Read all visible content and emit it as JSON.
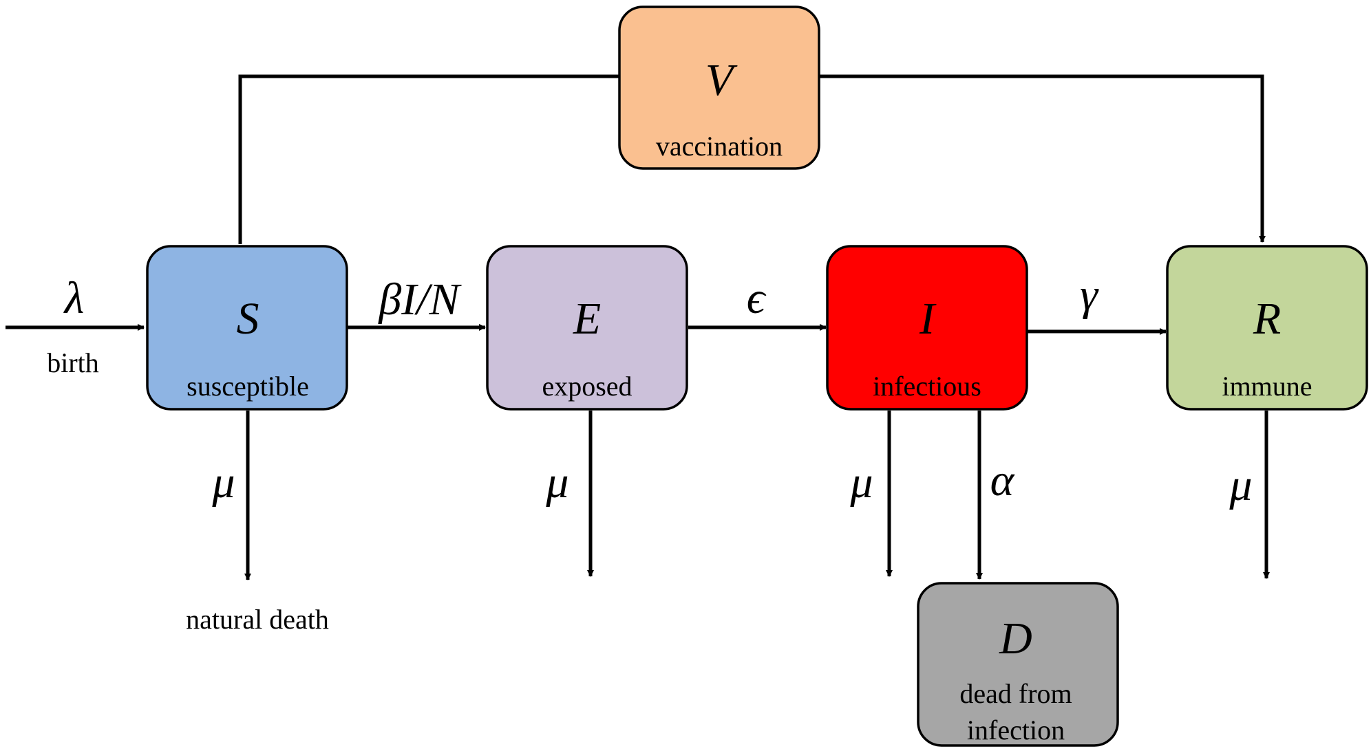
{
  "compartments": {
    "S": {
      "symbol": "S",
      "label": "susceptible",
      "color": "#8EB4E3"
    },
    "E": {
      "symbol": "E",
      "label": "exposed",
      "color": "#CCC1DA"
    },
    "I": {
      "symbol": "I",
      "label": "infectious",
      "color": "#FF0000"
    },
    "R": {
      "symbol": "R",
      "label": "immune",
      "color": "#C3D69B"
    },
    "V": {
      "symbol": "V",
      "label": "vaccination",
      "color": "#FAC090"
    },
    "D": {
      "symbol": "D",
      "label_line1": "dead from",
      "label_line2": "infection",
      "color": "#A6A6A6"
    }
  },
  "rates": {
    "birth": "λ",
    "infection": "βI/N",
    "incubation": "ϵ",
    "recovery": "γ",
    "natural_death": "μ",
    "disease_death": "α"
  },
  "annotations": {
    "birth": "birth",
    "natural_death": "natural death"
  }
}
